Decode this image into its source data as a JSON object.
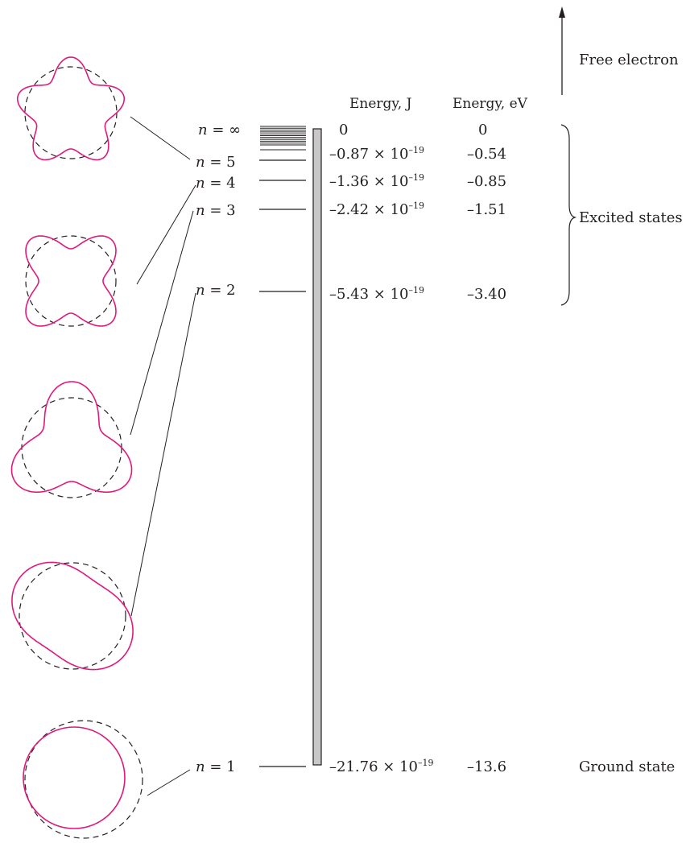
{
  "top_label": "Free electron",
  "header": {
    "energy_j": "Energy, J",
    "energy_ev": "Energy, eV"
  },
  "levels": [
    {
      "n_var": "n",
      "eq": " = ",
      "n_val": "∞",
      "joule": "0",
      "ev": "0"
    },
    {
      "n_var": "n",
      "eq": " = ",
      "n_val": "5",
      "joule_mantissa": "–0.87",
      "joule_times": " × ",
      "joule_base": "10",
      "joule_exp": "–19",
      "ev": "–0.54"
    },
    {
      "n_var": "n",
      "eq": " = ",
      "n_val": "4",
      "joule_mantissa": "–1.36",
      "joule_times": " × ",
      "joule_base": "10",
      "joule_exp": "–19",
      "ev": "–0.85"
    },
    {
      "n_var": "n",
      "eq": " = ",
      "n_val": "3",
      "joule_mantissa": "–2.42",
      "joule_times": " × ",
      "joule_base": "10",
      "joule_exp": "–19",
      "ev": "–1.51"
    },
    {
      "n_var": "n",
      "eq": " = ",
      "n_val": "2",
      "joule_mantissa": "–5.43",
      "joule_times": " × ",
      "joule_base": "10",
      "joule_exp": "–19",
      "ev": "–3.40"
    },
    {
      "n_var": "n",
      "eq": " = ",
      "n_val": "1",
      "joule_mantissa": "–21.76",
      "joule_times": " × ",
      "joule_base": "10",
      "joule_exp": "–19",
      "ev": "–13.6"
    }
  ],
  "excited_label": "Excited states",
  "ground_label": "Ground state",
  "colors": {
    "wave": "#e0197d",
    "bar_fill": "#c8c8c8",
    "line": "#231f20"
  }
}
